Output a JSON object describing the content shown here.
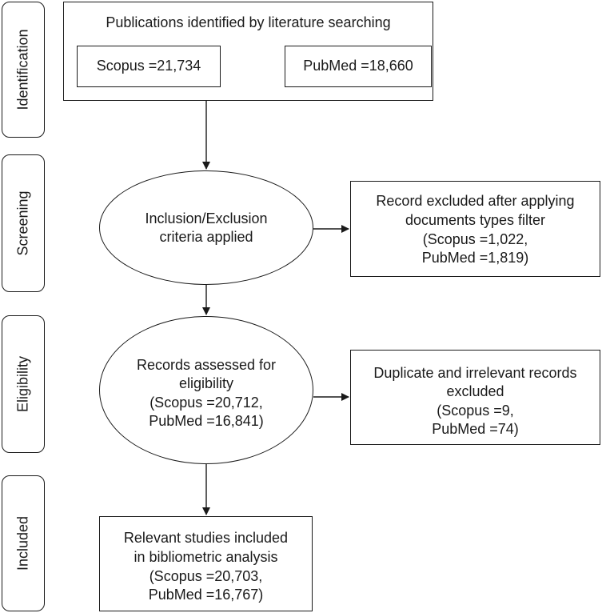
{
  "stages": {
    "identification": "Identification",
    "screening": "Screening",
    "eligibility": "Eligibility",
    "included": "Included"
  },
  "identification_box": {
    "title": "Publications identified by literature searching",
    "scopus": "Scopus =21,734",
    "pubmed": "PubMed =18,660"
  },
  "screening": {
    "criteria_line1": "Inclusion/Exclusion",
    "criteria_line2": "criteria applied",
    "excluded_line1": "Record excluded after applying",
    "excluded_line2": "documents types filter",
    "excluded_line3": "(Scopus =1,022,",
    "excluded_line4": "PubMed =1,819)"
  },
  "eligibility": {
    "assessed_line1": "Records assessed for",
    "assessed_line2": "eligibility",
    "assessed_line3": "(Scopus =20,712,",
    "assessed_line4": "PubMed =16,841)",
    "dup_line1": "Duplicate and irrelevant records",
    "dup_line2": "excluded",
    "dup_line3": "(Scopus =9,",
    "dup_line4": "PubMed =74)"
  },
  "included": {
    "line1": "Relevant studies included",
    "line2": "in bibliometric analysis",
    "line3": "(Scopus =20,703,",
    "line4": "PubMed =16,767)"
  }
}
